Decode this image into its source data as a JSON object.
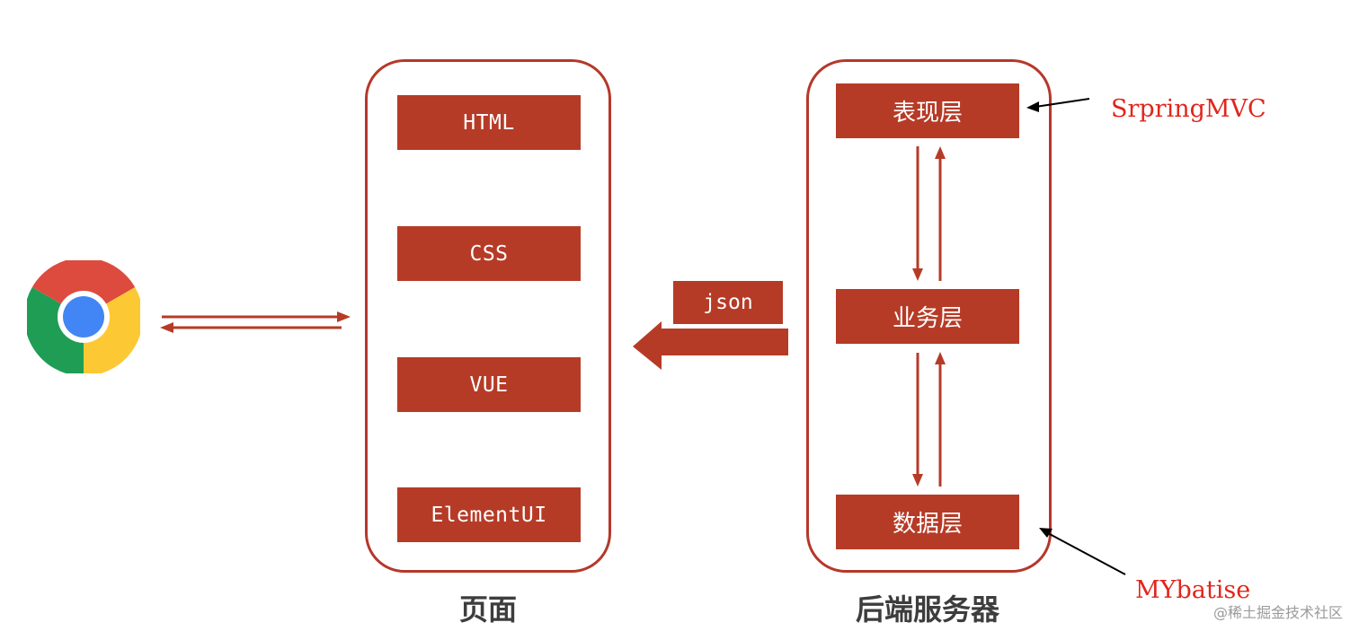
{
  "frontend": {
    "title": "页面",
    "items": [
      "HTML",
      "CSS",
      "VUE",
      "ElementUI"
    ]
  },
  "backend": {
    "title": "后端服务器",
    "layers": [
      "表现层",
      "业务层",
      "数据层"
    ]
  },
  "transfer": {
    "label": "json"
  },
  "annotations": {
    "presentation_framework": "SrpringMVC",
    "data_framework": "MYbatise"
  },
  "watermark": "@稀土掘金技术社区",
  "icons": {
    "browser": "chrome-icon"
  },
  "colors": {
    "accent": "#b63b27",
    "annotation": "#e0261c",
    "title_text": "#3d3d3d"
  }
}
